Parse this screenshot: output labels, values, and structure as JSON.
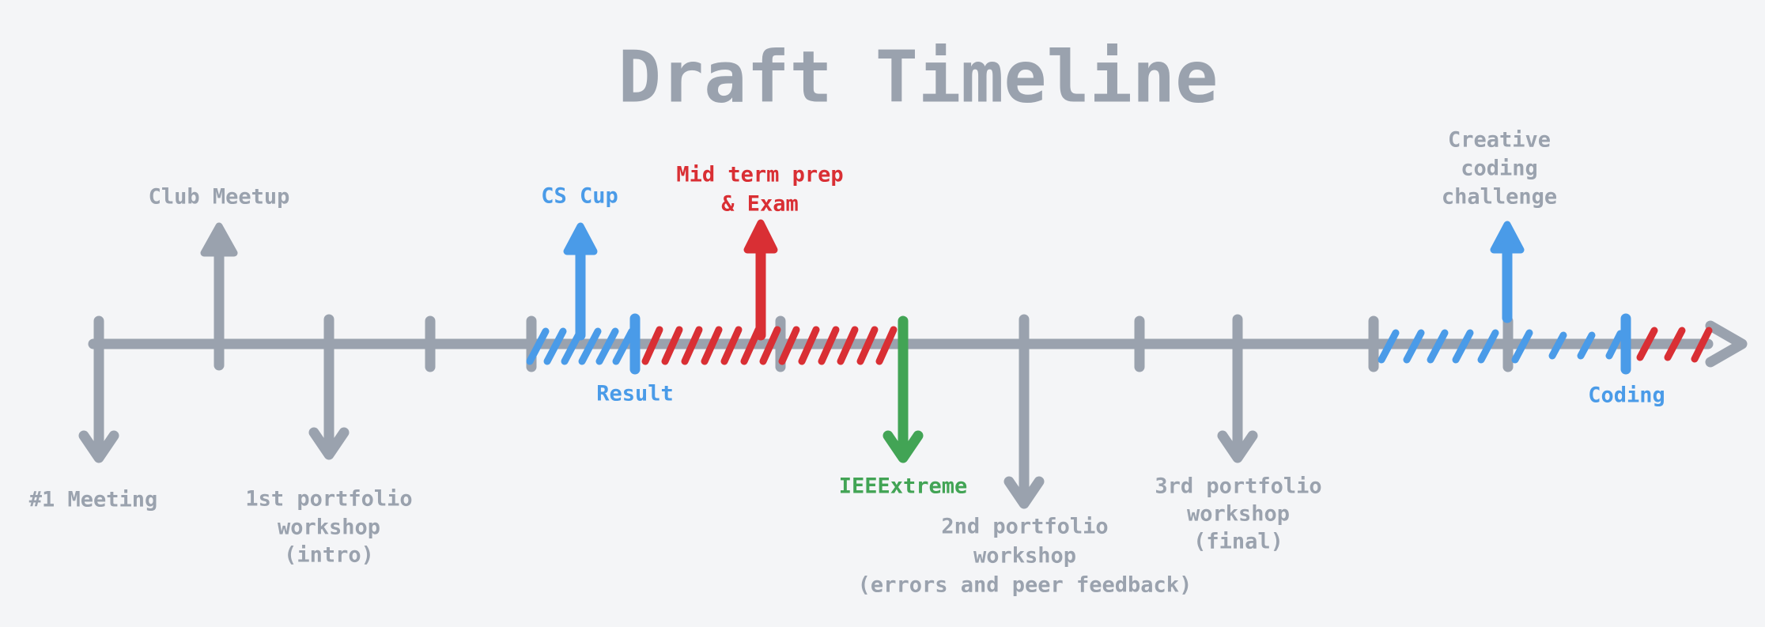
{
  "title": "Draft Timeline",
  "colors": {
    "background": "#f4f5f7",
    "gray": "#9aa2ae",
    "blue": "#4a9be8",
    "red": "#d92f34",
    "green": "#42a455"
  },
  "events": {
    "first_meeting": {
      "label": "#1 Meeting"
    },
    "club_meetup": {
      "label": "Club Meetup"
    },
    "workshop_1": {
      "line1": "1st portfolio",
      "line2": "workshop",
      "line3": "(intro)"
    },
    "cs_cup": {
      "label": "CS Cup"
    },
    "result": {
      "label": "Result"
    },
    "mid_term": {
      "line1": "Mid term prep",
      "line2": "& Exam"
    },
    "ieeextreme": {
      "label": "IEEExtreme"
    },
    "workshop_2": {
      "line1": "2nd portfolio",
      "line2": "workshop",
      "line3": "(errors and peer feedback)"
    },
    "workshop_3": {
      "line1": "3rd portfolio",
      "line2": "workshop",
      "line3": "(final)"
    },
    "creative_challenge": {
      "line1": "Creative",
      "line2": "coding",
      "line3": "challenge"
    },
    "coding": {
      "label": "Coding"
    }
  }
}
